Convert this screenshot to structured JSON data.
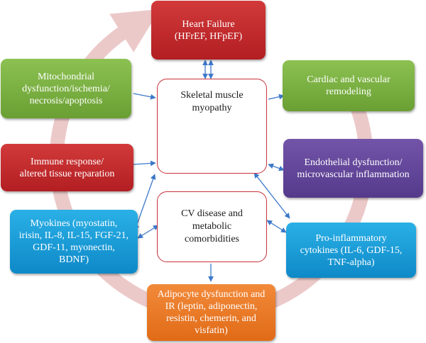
{
  "nodes": {
    "heart_failure": [
      "Heart Failure",
      "(HFrEF, HFpEF)"
    ],
    "cardiac_remodeling": [
      "Cardiac and vascular",
      "remodeling"
    ],
    "endothelial": [
      "Endothelial dysfunction/",
      "microvascular inflammation"
    ],
    "proinflammatory": [
      "Pro-inflammatory",
      "cytokines (IL-6, GDF-15,",
      "TNF-alpha)"
    ],
    "adipocyte": [
      "Adipocyte dysfunction and",
      "IR (leptin, adiponectin,",
      "resistin, chemerin, and",
      "visfatin)"
    ],
    "myokines": [
      "Myokines (myostatin,",
      "irisin, IL-8, IL-15, FGF-21,",
      "GDF-11, myonectin,",
      "BDNF)"
    ],
    "immune": [
      "Immune response/",
      "altered tissue reparation"
    ],
    "mitochondrial": [
      "Mitochondrial",
      "dysfunction/ischemia/",
      "necrosis/apoptosis"
    ],
    "skeletal_muscle": [
      "Skeletal muscle",
      "myopathy"
    ],
    "cv_disease": [
      "CV disease and",
      "metabolic",
      "comorbidities"
    ]
  },
  "colors": {
    "red": "#c22c2f",
    "green": "#7db043",
    "purple": "#62469a",
    "blue": "#1a9dd9",
    "orange": "#ea7a27",
    "cycle_ring": "#ecc9c9",
    "arrow": "#3c78c8",
    "center_border": "#c8323a",
    "muscle": "#e0605c"
  }
}
